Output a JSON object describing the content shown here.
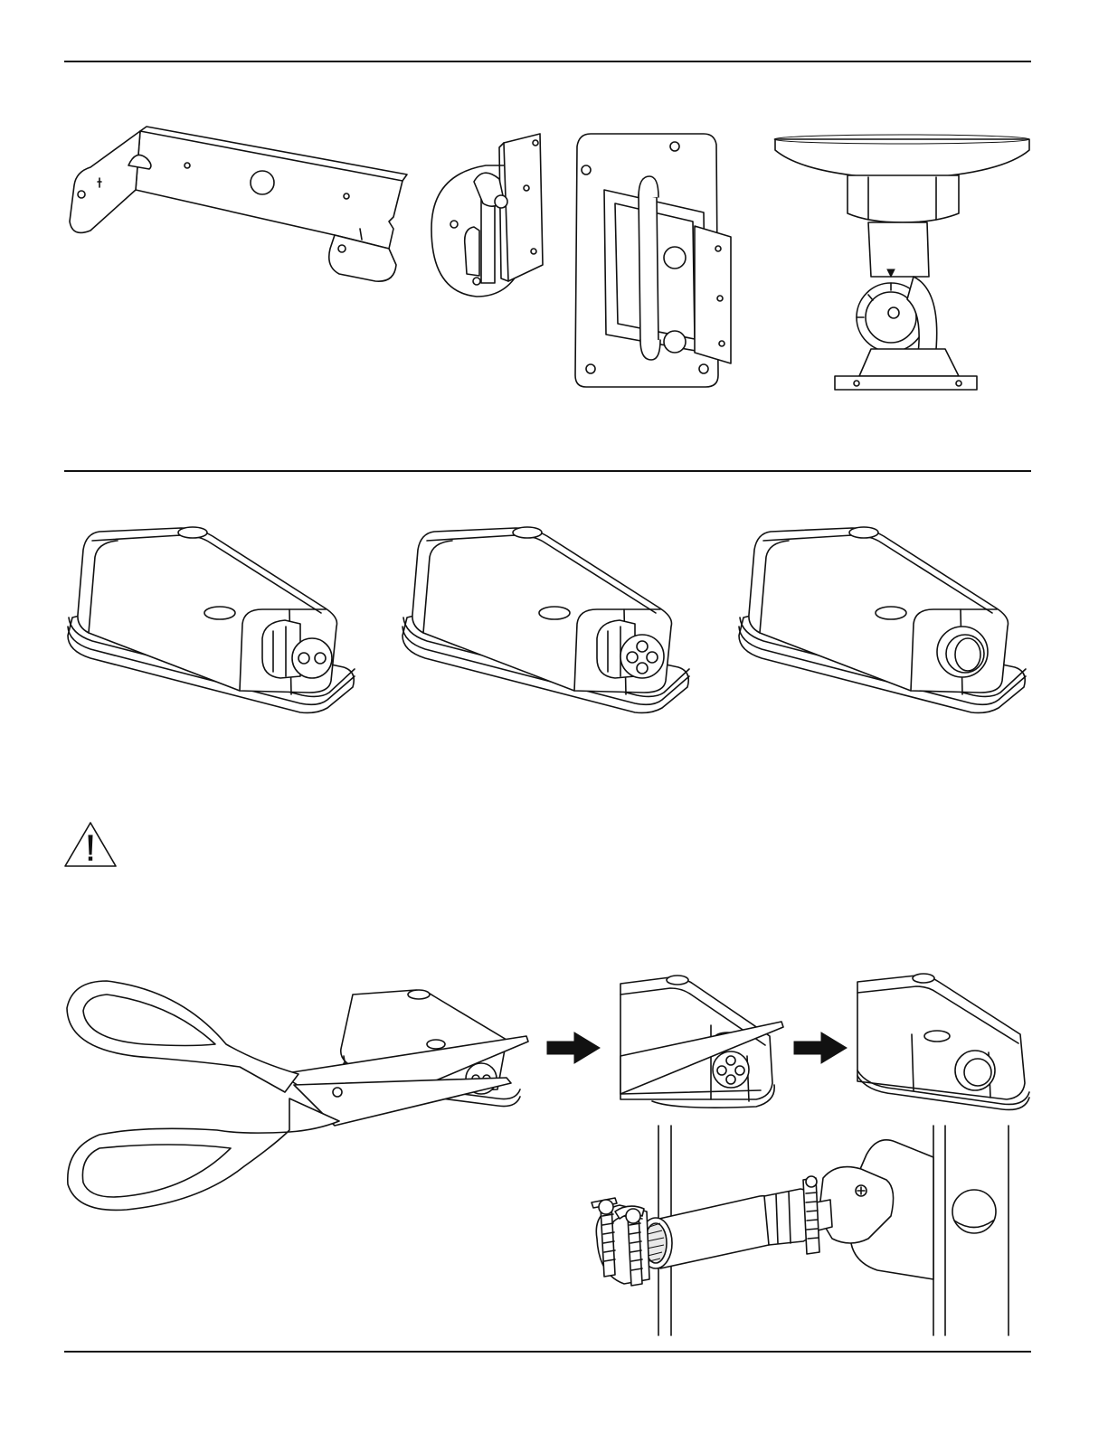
{
  "page": {
    "sections": [
      {
        "id": "mounting-hardware",
        "figures": [
          "u-bracket",
          "wall-swivel-bracket",
          "pan-tilt-wall-bracket",
          "ceiling-mount"
        ]
      },
      {
        "id": "connection-box-variants",
        "figures": [
          "box-two-hole-grommet",
          "box-four-hole-grommet",
          "box-open-conduit-port"
        ]
      },
      {
        "id": "grommet-procedure",
        "figures": [
          "scissors-cut",
          "grommet-cut-closeup",
          "grommet-removed",
          "conduit-installation"
        ]
      }
    ],
    "warning_icon": "warning-triangle-icon",
    "arrow_icon": "right-arrow-icon",
    "line_color": "#111111",
    "background_color": "#ffffff"
  }
}
